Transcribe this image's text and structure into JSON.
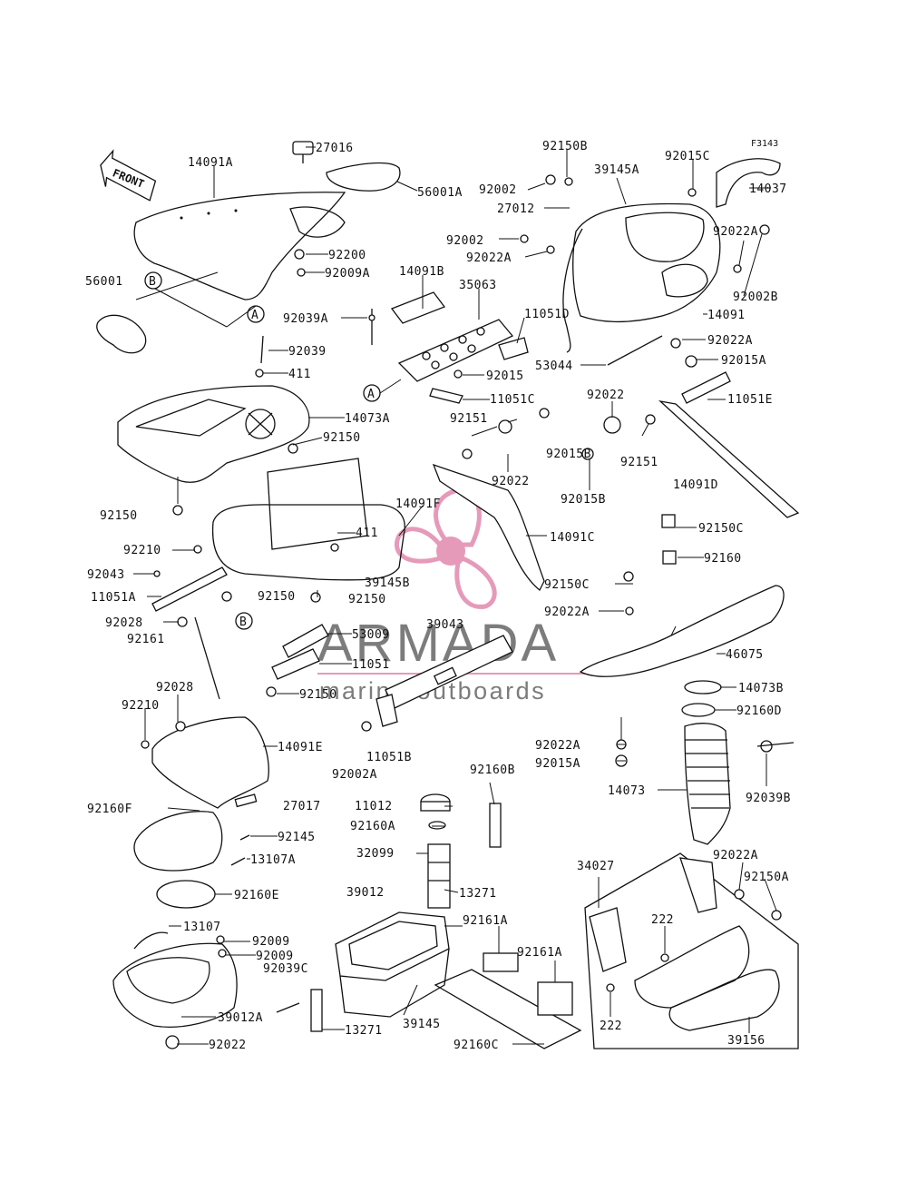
{
  "diagram_code": "F3143",
  "front_label": "FRONT",
  "watermark": {
    "brand": "ARMADA",
    "tagline": "marine outboards",
    "color": "#e69ab9"
  },
  "callouts": [
    "A",
    "B"
  ],
  "labels": [
    "14091A",
    "27016",
    "56001A",
    "92200",
    "92009A",
    "56001",
    "92039A",
    "14091B",
    "35063",
    "11051D",
    "92039",
    "411",
    "92015",
    "11051C",
    "14073A",
    "92150",
    "92150",
    "92210",
    "92043",
    "11051A",
    "92028",
    "92161",
    "92028",
    "92210",
    "14091E",
    "92160F",
    "27017",
    "92145",
    "13107A",
    "92160E",
    "13107",
    "92009",
    "92009",
    "92039C",
    "39012A",
    "92022",
    "53009",
    "11051",
    "92150",
    "92150",
    "39145B",
    "92150",
    "14091F",
    "411",
    "39043",
    "11051B",
    "92002A",
    "11012",
    "92160A",
    "32099",
    "13271",
    "92160B",
    "39012",
    "92161A",
    "92161A",
    "13271",
    "39145",
    "92160C",
    "92150B",
    "92015C",
    "F3143",
    "39145A",
    "92002",
    "27012",
    "14037",
    "92002",
    "92022A",
    "92022A",
    "92002B",
    "14091",
    "92022A",
    "53044",
    "92015A",
    "11051E",
    "92022",
    "92151",
    "92015B",
    "92022",
    "92015B",
    "92151",
    "14091D",
    "14091C",
    "92150C",
    "92160",
    "92150C",
    "92022A",
    "46075",
    "14073B",
    "92160D",
    "92022A",
    "92015A",
    "14073",
    "92039B",
    "34027",
    "92022A",
    "92150A",
    "222",
    "222",
    "39156"
  ]
}
